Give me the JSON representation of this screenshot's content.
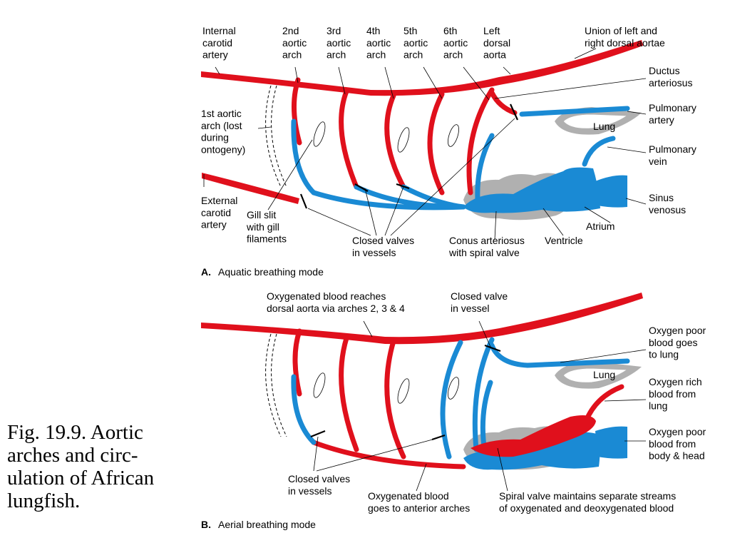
{
  "colors": {
    "oxygenated": "#e0101c",
    "deoxygenated": "#1a8ad4",
    "tissue": "#b0b0b0",
    "leader": "#000000"
  },
  "caption": {
    "lines": [
      "Fig. 19.9. Aortic",
      "arches and circ-",
      "ulation of African",
      "lungfish."
    ]
  },
  "panel_a": {
    "prefix": "A.",
    "title": "Aquatic breathing mode",
    "labels": {
      "internal_carotid": [
        "Internal",
        "carotid",
        "artery"
      ],
      "arch2": [
        "2nd",
        "aortic",
        "arch"
      ],
      "arch3": [
        "3rd",
        "aortic",
        "arch"
      ],
      "arch4": [
        "4th",
        "aortic",
        "arch"
      ],
      "arch5": [
        "5th",
        "aortic",
        "arch"
      ],
      "arch6": [
        "6th",
        "aortic",
        "arch"
      ],
      "left_dorsal": [
        "Left",
        "dorsal",
        "aorta"
      ],
      "union": [
        "Union of left and",
        "right dorsal aortae"
      ],
      "ductus": [
        "Ductus",
        "arteriosus"
      ],
      "pulmonary_artery": [
        "Pulmonary",
        "artery"
      ],
      "lung": "Lung",
      "pulmonary_vein": [
        "Pulmonary",
        "vein"
      ],
      "sinus": [
        "Sinus",
        "venosus"
      ],
      "atrium": "Atrium",
      "ventricle": "Ventricle",
      "conus": [
        "Conus arteriosus",
        "with spiral valve"
      ],
      "closed_valves": [
        "Closed valves",
        "in vessels"
      ],
      "gill_slit": [
        "Gill slit",
        "with gill",
        "filaments"
      ],
      "external_carotid": [
        "External",
        "carotid",
        "artery"
      ],
      "first_arch": [
        "1st aortic",
        "arch (lost",
        "during",
        "ontogeny)"
      ]
    }
  },
  "panel_b": {
    "prefix": "B.",
    "title": "Aerial breathing mode",
    "labels": {
      "oxy_reaches": [
        "Oxygenated blood reaches",
        "dorsal aorta via arches 2, 3 & 4"
      ],
      "closed_valve": [
        "Closed valve",
        "in vessel"
      ],
      "oxy_poor_lung": [
        "Oxygen poor",
        "blood goes",
        "to lung"
      ],
      "lung": "Lung",
      "oxy_rich": [
        "Oxygen rich",
        "blood from",
        "lung"
      ],
      "oxy_poor_body": [
        "Oxygen poor",
        "blood from",
        "body & head"
      ],
      "closed_valves": [
        "Closed valves",
        "in vessels"
      ],
      "oxy_anterior": [
        "Oxygenated blood",
        "goes to anterior arches"
      ],
      "spiral": [
        "Spiral valve maintains separate streams",
        "of oxygenated and deoxygenated blood"
      ]
    }
  }
}
